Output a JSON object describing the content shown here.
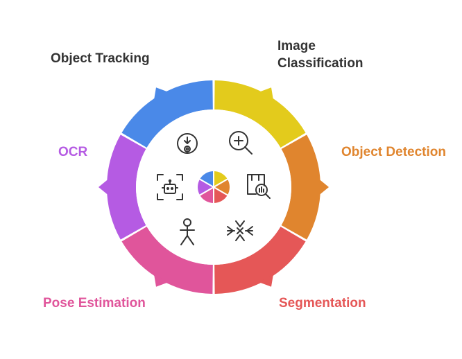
{
  "segments": [
    {
      "id": "image-classification",
      "label": "Image Classification",
      "line1": "Image",
      "line2": "Classification",
      "color": "#E3CB1C",
      "icon": "zoom-in-icon"
    },
    {
      "id": "object-detection",
      "label": "Object Detection",
      "color": "#E0852E",
      "icon": "document-search-icon"
    },
    {
      "id": "segmentation",
      "label": "Segmentation",
      "color": "#E55757",
      "icon": "arrows-converge-icon"
    },
    {
      "id": "pose-estimation",
      "label": "Pose Estimation",
      "color": "#E0559B",
      "icon": "stick-figure-icon"
    },
    {
      "id": "ocr",
      "label": "OCR",
      "color": "#B55BE3",
      "icon": "robot-scan-icon"
    },
    {
      "id": "object-tracking",
      "label": "Object Tracking",
      "color": "#4A89E8",
      "icon": "location-pin-icon"
    }
  ],
  "label_colors": {
    "object_tracking": "#333333",
    "image_classification": "#333333"
  }
}
